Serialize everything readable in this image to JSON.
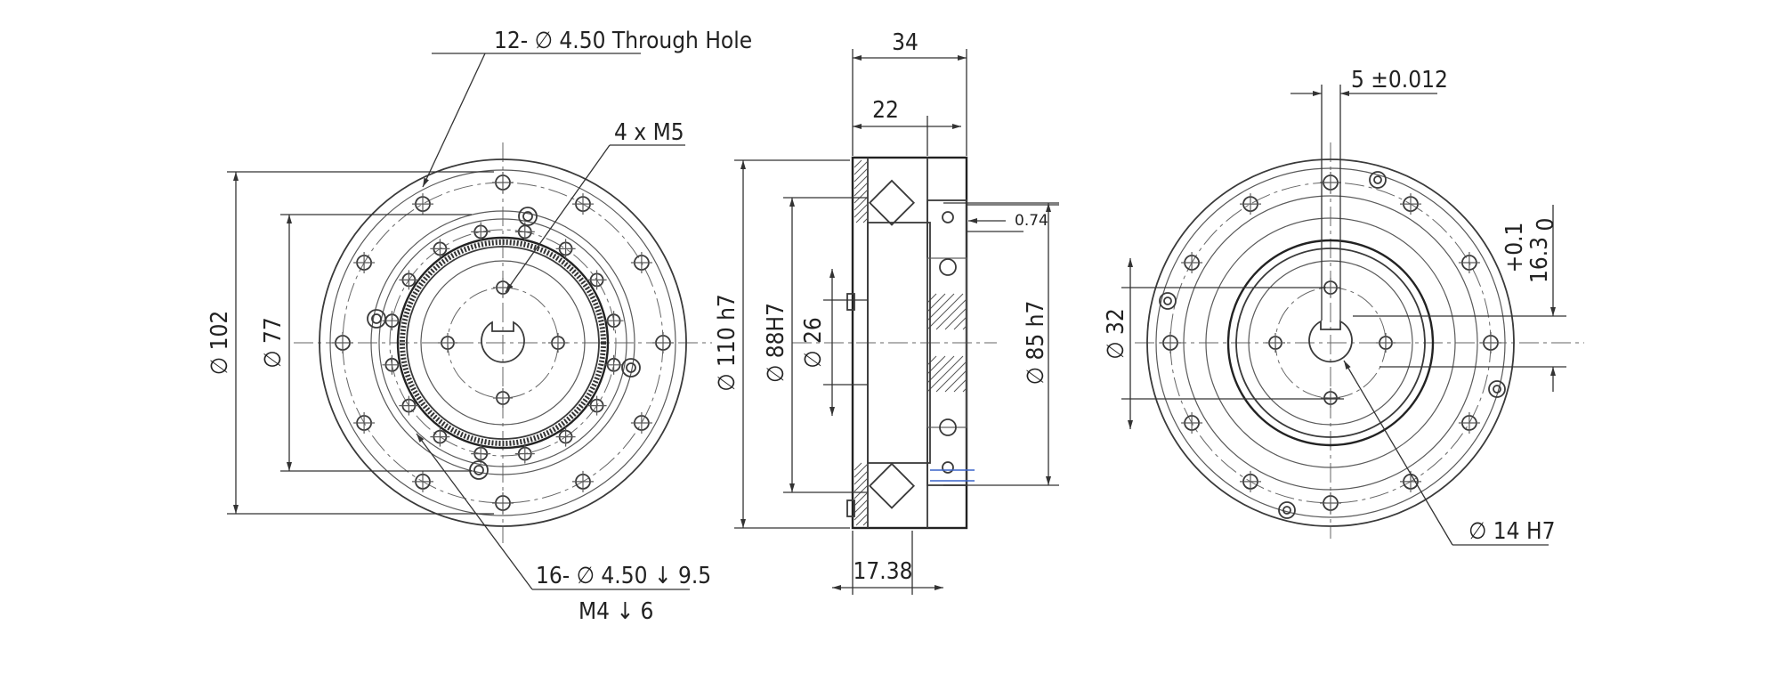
{
  "labels": {
    "through_hole": "12- ∅ 4.50 Through Hole",
    "m5": "4 x  M5",
    "d102": "∅ 102",
    "d77": "∅ 77",
    "tapped_hole_line1": "16- ∅ 4.50 ↓ 9.5",
    "tapped_hole_line2": "M4 ↓ 6",
    "w34": "34",
    "w22": "22",
    "g074": "0.74",
    "d110": "∅ 110 h7",
    "d88": "∅ 88H7",
    "d26": "∅ 26",
    "d85": "∅ 85 h7",
    "w1738": "17.38",
    "key5": "5 ±0.012",
    "d32": "∅ 32",
    "h163": "16.3",
    "tol_upper": "+0.1",
    "tol_lower": "0",
    "d14": "∅ 14 H7"
  }
}
